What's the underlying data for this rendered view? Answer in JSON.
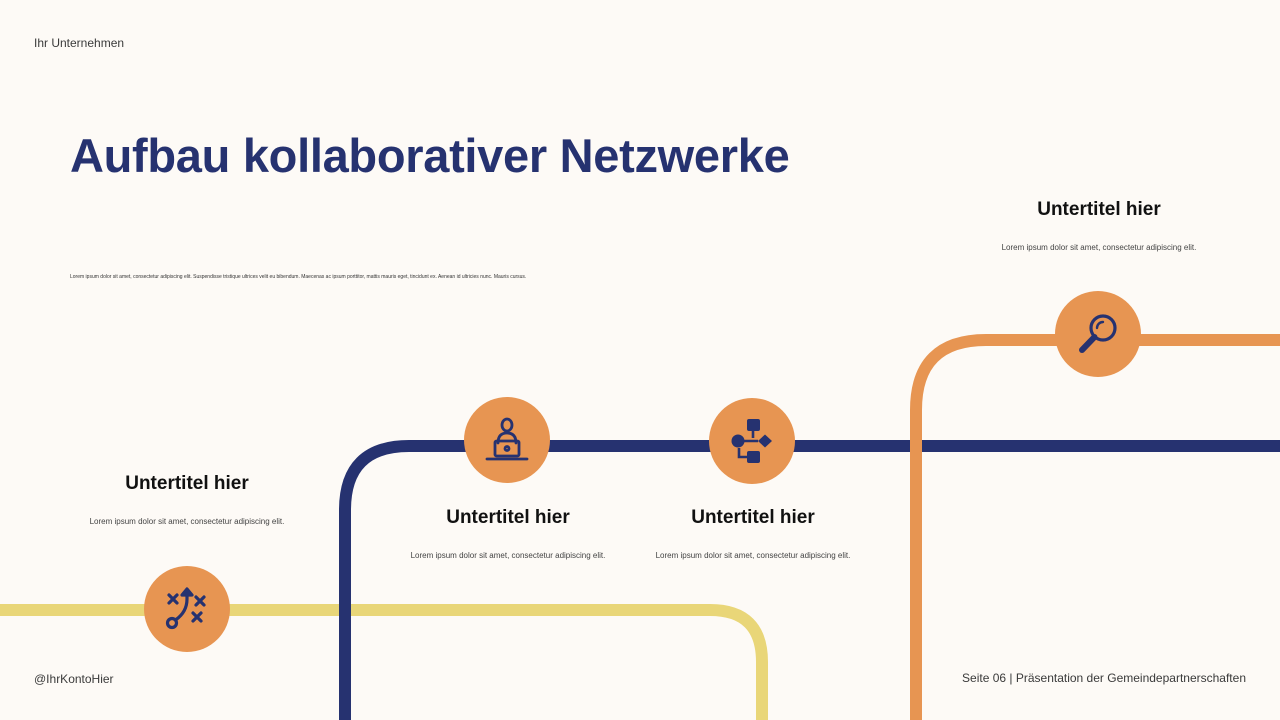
{
  "header": {
    "company": "Ihr Unternehmen"
  },
  "title": "Aufbau kollaborativer Netzwerke",
  "intro": "Lorem ipsum dolor sit amet, consectetur adipiscing elit. Suspendisse tristique ultrices velit eu bibendum. Maecenas ac ipsum porttitor, mattis mauris eget, tincidunt ex. Aenean id ultricies nunc. Mauris cursus.",
  "steps": [
    {
      "subtitle": "Untertitel hier",
      "text": "Lorem ipsum dolor sit amet, consectetur adipiscing elit.",
      "icon": "strategy-icon"
    },
    {
      "subtitle": "Untertitel hier",
      "text": "Lorem ipsum dolor sit amet, consectetur adipiscing elit.",
      "icon": "laptop-user-icon"
    },
    {
      "subtitle": "Untertitel hier",
      "text": "Lorem ipsum dolor sit amet, consectetur adipiscing elit.",
      "icon": "flowchart-icon"
    },
    {
      "subtitle": "Untertitel hier",
      "text": "Lorem ipsum dolor sit amet, consectetur adipiscing elit.",
      "icon": "magnifier-icon"
    }
  ],
  "footer": {
    "account": "@IhrKontoHier",
    "page": "Seite 06 | Präsentation der Gemeindepartnerschaften"
  },
  "colors": {
    "navy": "#263270",
    "orange": "#e79552",
    "yellow": "#e9d678",
    "background": "#fdfaf6"
  }
}
